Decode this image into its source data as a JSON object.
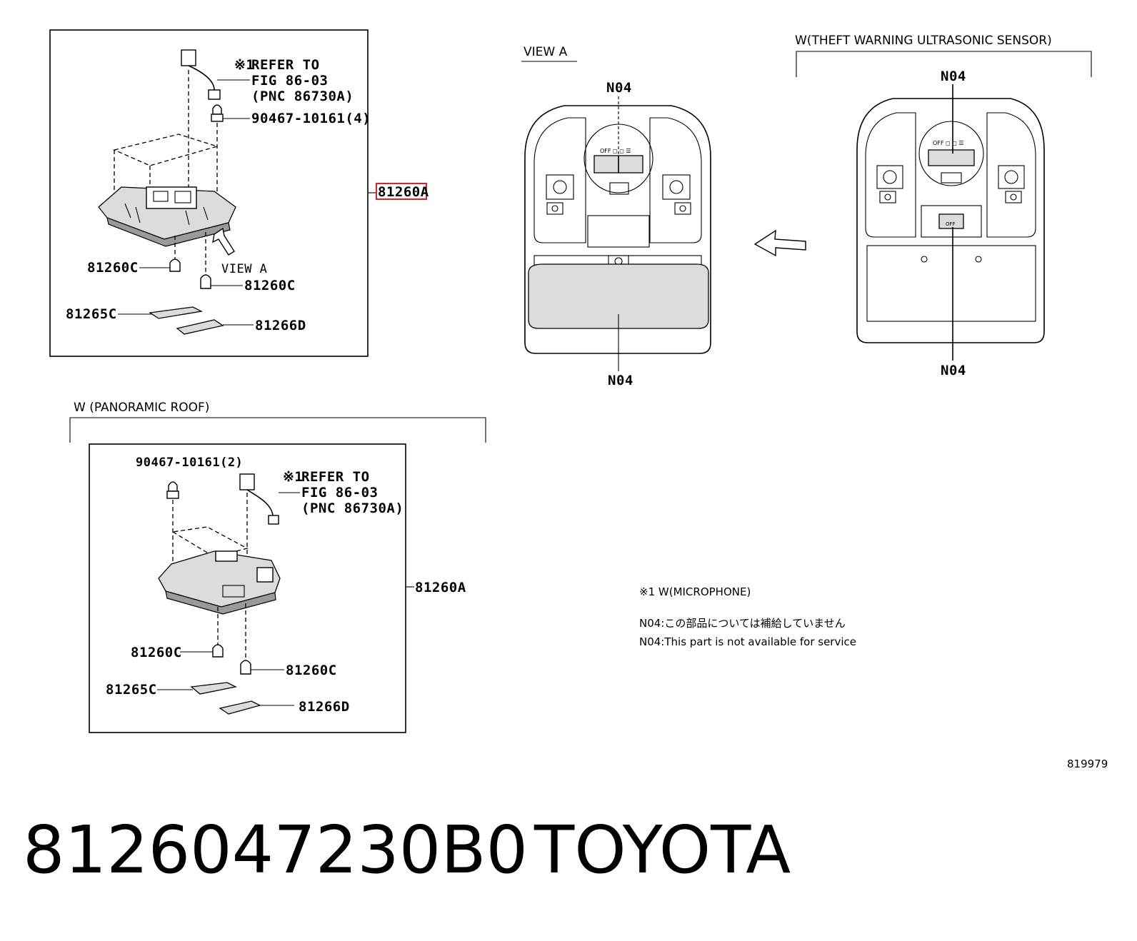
{
  "main": {
    "refer_mark": "※1",
    "refer_line1": "REFER TO",
    "refer_line2": "FIG 86-03",
    "refer_line3": "(PNC 86730A)",
    "part_90467_4": "90467-10161(4)",
    "part_81260A_highlight": "81260A",
    "part_81260C_left": "81260C",
    "part_81260C_right": "81260C",
    "view_a_pointer": "VIEW A",
    "part_81265C": "81265C",
    "part_81266D": "81266D"
  },
  "view_a": {
    "title": "VIEW A",
    "n04_top": "N04",
    "n04_bottom": "N04",
    "switch_text": "OFF ◻ ◻ ☰"
  },
  "theft": {
    "title": "W(THEFT WARNING ULTRASONIC SENSOR)",
    "n04_top": "N04",
    "n04_bottom": "N04",
    "switch_text": "OFF ◻ ◻ ☰",
    "button_text": "OFF"
  },
  "panoramic": {
    "title": "W (PANORAMIC ROOF)",
    "part_90467_2": "90467-10161(2)",
    "refer_mark": "※1",
    "refer_line1": "REFER TO",
    "refer_line2": "FIG 86-03",
    "refer_line3": "(PNC 86730A)",
    "part_81260A": "81260A",
    "part_81260C_left": "81260C",
    "part_81260C_right": "81260C",
    "part_81265C": "81265C",
    "part_81266D": "81266D"
  },
  "notes": {
    "microphone": "※1 W(MICROPHONE)",
    "n04_japanese": "N04:この部品については補給していません",
    "n04_english": "N04:This part is not available for service",
    "figure_number": "819979"
  },
  "footer": {
    "part_number": "8126047230B0",
    "brand": "TOYOTA"
  },
  "colors": {
    "highlight": "#e0202a",
    "line": "#000000"
  }
}
